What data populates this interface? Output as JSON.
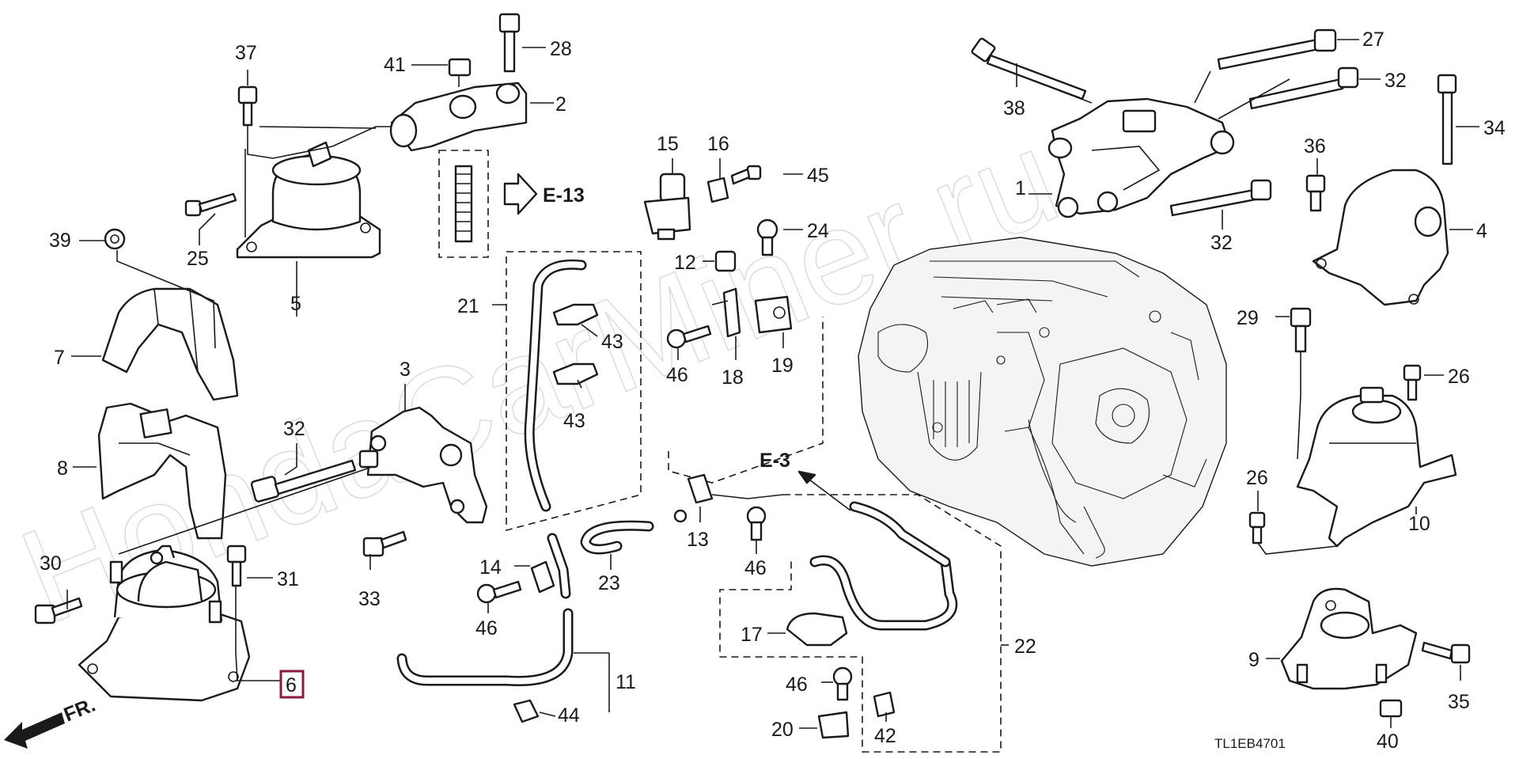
{
  "watermark": "HondaCarMiner.ru",
  "diagram_code": "TL1EB4701",
  "front_indicator": "FR.",
  "references": [
    {
      "id": "ref-e13",
      "label": "E-13"
    },
    {
      "id": "ref-e3",
      "label": "E-3"
    }
  ],
  "callouts": [
    {
      "id": "1",
      "label": "1"
    },
    {
      "id": "2",
      "label": "2"
    },
    {
      "id": "3",
      "label": "3"
    },
    {
      "id": "4",
      "label": "4"
    },
    {
      "id": "5",
      "label": "5"
    },
    {
      "id": "6",
      "label": "6",
      "highlighted": true
    },
    {
      "id": "7",
      "label": "7"
    },
    {
      "id": "8",
      "label": "8"
    },
    {
      "id": "9",
      "label": "9"
    },
    {
      "id": "10",
      "label": "10"
    },
    {
      "id": "11",
      "label": "11"
    },
    {
      "id": "12",
      "label": "12"
    },
    {
      "id": "13",
      "label": "13"
    },
    {
      "id": "14",
      "label": "14"
    },
    {
      "id": "15",
      "label": "15"
    },
    {
      "id": "16",
      "label": "16"
    },
    {
      "id": "17",
      "label": "17"
    },
    {
      "id": "18",
      "label": "18"
    },
    {
      "id": "19",
      "label": "19"
    },
    {
      "id": "20",
      "label": "20"
    },
    {
      "id": "21",
      "label": "21"
    },
    {
      "id": "22",
      "label": "22"
    },
    {
      "id": "23",
      "label": "23"
    },
    {
      "id": "24",
      "label": "24"
    },
    {
      "id": "25",
      "label": "25"
    },
    {
      "id": "26a",
      "label": "26"
    },
    {
      "id": "26b",
      "label": "26"
    },
    {
      "id": "27",
      "label": "27"
    },
    {
      "id": "28",
      "label": "28"
    },
    {
      "id": "29",
      "label": "29"
    },
    {
      "id": "30",
      "label": "30"
    },
    {
      "id": "31",
      "label": "31"
    },
    {
      "id": "32a",
      "label": "32"
    },
    {
      "id": "32b",
      "label": "32"
    },
    {
      "id": "32c",
      "label": "32"
    },
    {
      "id": "33",
      "label": "33"
    },
    {
      "id": "34",
      "label": "34"
    },
    {
      "id": "35",
      "label": "35"
    },
    {
      "id": "36",
      "label": "36"
    },
    {
      "id": "37",
      "label": "37"
    },
    {
      "id": "38",
      "label": "38"
    },
    {
      "id": "39",
      "label": "39"
    },
    {
      "id": "40",
      "label": "40"
    },
    {
      "id": "41",
      "label": "41"
    },
    {
      "id": "42",
      "label": "42"
    },
    {
      "id": "43a",
      "label": "43"
    },
    {
      "id": "43b",
      "label": "43"
    },
    {
      "id": "44",
      "label": "44"
    },
    {
      "id": "45",
      "label": "45"
    },
    {
      "id": "46a",
      "label": "46"
    },
    {
      "id": "46b",
      "label": "46"
    },
    {
      "id": "46c",
      "label": "46"
    },
    {
      "id": "46d",
      "label": "46"
    }
  ],
  "colors": {
    "ink": "#1a1a1a",
    "highlight": "#8b1a3c",
    "watermark": "#bfbfbf",
    "background": "#ffffff"
  }
}
